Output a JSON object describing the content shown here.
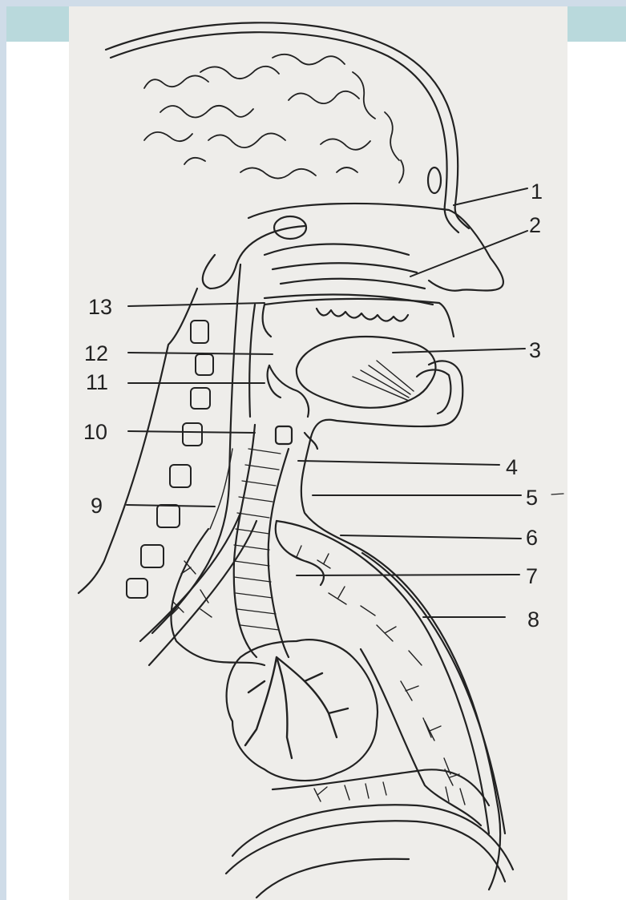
{
  "diagram": {
    "labels": {
      "l1": "1",
      "l2": "2",
      "l3": "3",
      "l4": "4",
      "l5": "5",
      "l6": "6",
      "l7": "7",
      "l8": "8",
      "l9": "9",
      "l10": "10",
      "l11": "11",
      "l12": "12",
      "l13": "13"
    }
  },
  "colors": {
    "frame": "#cfdce8",
    "accent": "#b9d9dc",
    "paper": "#eeedea",
    "ink": "#222222"
  }
}
